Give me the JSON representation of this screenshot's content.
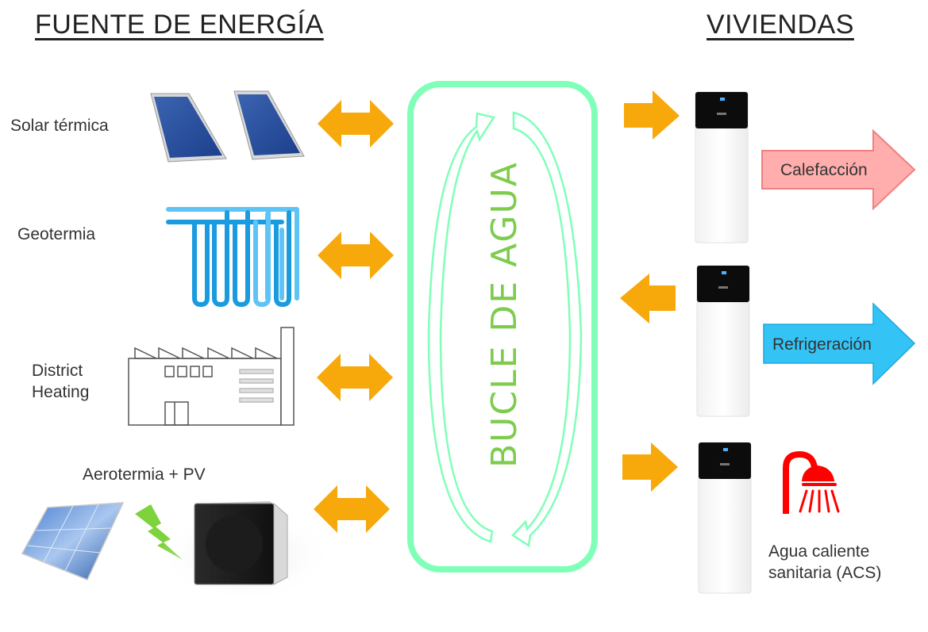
{
  "headings": {
    "sources": "FUENTE DE ENERGÍA",
    "homes": "VIVIENDAS"
  },
  "sources": [
    {
      "label": "Solar térmica",
      "icon": "solar-thermal-panel-icon",
      "flow": "bidirectional"
    },
    {
      "label": "Geotermia",
      "icon": "geothermal-loop-icon",
      "flow": "bidirectional"
    },
    {
      "label_line1": "District",
      "label_line2": "Heating",
      "icon": "factory-icon",
      "flow": "bidirectional"
    },
    {
      "label": "Aerotermia + PV",
      "icon": "pv-panel-and-heat-pump-icon",
      "flow": "bidirectional"
    }
  ],
  "loop": {
    "label": "BUCLE DE AGUA",
    "color": "#7fffb8",
    "text_color": "#7dcc4e"
  },
  "outputs": [
    {
      "label": "Calefacción",
      "color": "#ffadad",
      "border": "#f08080",
      "flow_from_loop": "in"
    },
    {
      "label": "Refrigeración",
      "color": "#33c3f5",
      "border": "#1fa8e0",
      "flow_from_loop": "out"
    },
    {
      "label_line1": "Agua caliente",
      "label_line2": "sanitaria (ACS)",
      "icon": "shower-icon",
      "icon_color": "#ff0000",
      "flow_from_loop": "in"
    }
  ],
  "colors": {
    "arrow": "#f7a90c",
    "lightning": "#7ed23c",
    "geo_light": "#5ec4f5",
    "geo_dark": "#1a9be0"
  }
}
